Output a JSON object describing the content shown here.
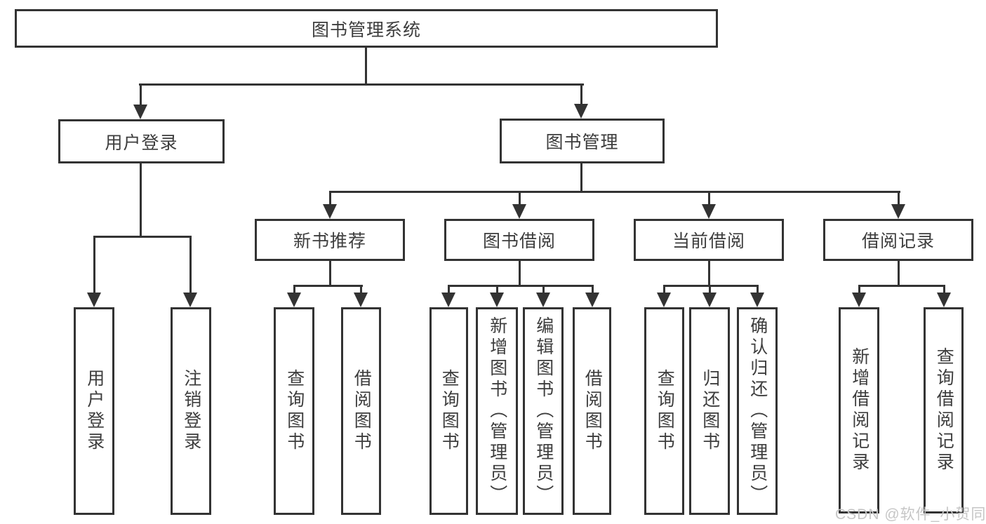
{
  "diagram_type": "hierarchy-tree",
  "nodes": {
    "root": "图书管理系统",
    "user_login": "用户登录",
    "book_management": "图书管理",
    "user_login_children": [
      "用户登录",
      "注销登录"
    ],
    "groups": [
      {
        "title": "新书推荐",
        "items": [
          "查询图书",
          "借阅图书"
        ]
      },
      {
        "title": "图书借阅",
        "items": [
          "查询图书",
          "新增图书（管理员）",
          "编辑图书（管理员）",
          "借阅图书"
        ]
      },
      {
        "title": "当前借阅",
        "items": [
          "查询图书",
          "归还图书",
          "确认归还（管理员）"
        ]
      },
      {
        "title": "借阅记录",
        "items": [
          "新增借阅记录",
          "查询借阅记录"
        ]
      }
    ]
  },
  "watermark": {
    "text": "CSDN @软件_小贺同学",
    "color": "#c6c6c6"
  },
  "colors": {
    "line": "#333333",
    "border": "#333333",
    "text": "#3d3d3d",
    "background": "#ffffff"
  }
}
